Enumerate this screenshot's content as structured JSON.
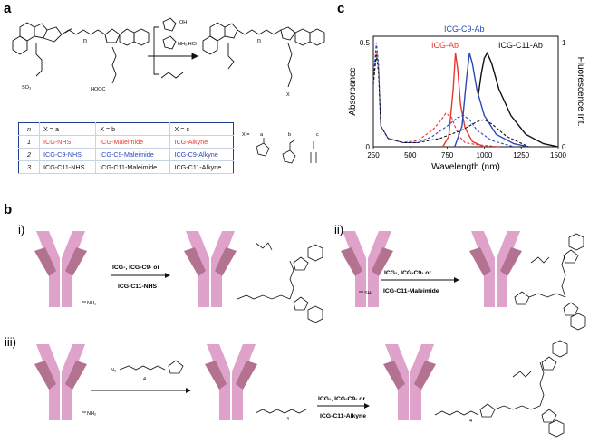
{
  "panels": {
    "a": "a",
    "b": "b",
    "c": "c",
    "b_i": "i)",
    "b_ii": "ii)",
    "b_iii": "iii)"
  },
  "scheme_a": {
    "n_label": "n",
    "so3_left": "SO₃",
    "cooh": "HOOC",
    "x_label": "X",
    "reagent_1": "OH",
    "reagent_2": "NH₂.HCl",
    "x_equals": "X =",
    "x_letters": [
      "a",
      "b",
      "c"
    ]
  },
  "table": {
    "headers": [
      "n",
      "X = a",
      "X = b",
      "X = c"
    ],
    "rows": [
      {
        "n": "1",
        "a": "ICG-NHS",
        "b": "ICG-Maleimide",
        "c": "ICG-Alkyne",
        "color": "#e8382f"
      },
      {
        "n": "2",
        "a": "ICG-C9-NHS",
        "b": "ICG-C9-Maleimide",
        "c": "ICG-C9-Alkyne",
        "color": "#2b48b8"
      },
      {
        "n": "3",
        "a": "ICG-C11-NHS",
        "b": "ICG-C11-Maleimide",
        "c": "ICG-C11-Alkyne",
        "color": "#111111"
      }
    ]
  },
  "reactions": {
    "i_line1": "ICG-, ICG-C9- or",
    "i_line2": "ICG-C11-NHS",
    "ii_line1": "ICG-, ICG-C9- or",
    "ii_line2": "ICG-C11-Maleimide",
    "iii_line1": "ICG-, ICG-C9- or",
    "iii_line2": "ICG-C11-Alkyne",
    "nh2": "NH₂",
    "sh": "SH",
    "n3": "N₃",
    "four": "4"
  },
  "chart_data": {
    "type": "line",
    "xlabel": "Wavelength (nm)",
    "ylabel_left": "Absorbance",
    "ylabel_right": "Fluorescence Int.",
    "xlim": [
      250,
      1500
    ],
    "x_ticks": [
      250,
      500,
      750,
      1000,
      1250,
      1500
    ],
    "y_left_ticks": [
      "0",
      "0.5"
    ],
    "y_right_ticks": [
      "0",
      "1"
    ],
    "labels": [
      {
        "text": "ICG-Ab",
        "color": "#e8382f"
      },
      {
        "text": "ICG-C9-Ab",
        "color": "#2b48b8"
      },
      {
        "text": "ICG-C11-Ab",
        "color": "#111111"
      }
    ],
    "series": [
      {
        "name": "ICG-Ab",
        "kind": "absorbance",
        "color": "#e8382f",
        "x": [
          250,
          270,
          285,
          300,
          350,
          450,
          550,
          650,
          700,
          740,
          780,
          800,
          830,
          870,
          950,
          1100
        ],
        "y": [
          0.3,
          0.46,
          0.38,
          0.1,
          0.04,
          0.02,
          0.03,
          0.08,
          0.12,
          0.16,
          0.14,
          0.1,
          0.05,
          0.02,
          0.01,
          0.0
        ]
      },
      {
        "name": "ICG-Ab",
        "kind": "fluorescence",
        "color": "#e8382f",
        "x": [
          720,
          760,
          790,
          805,
          820,
          840,
          870,
          920,
          1000
        ],
        "y": [
          0.0,
          0.1,
          0.55,
          0.9,
          0.75,
          0.4,
          0.18,
          0.05,
          0.0
        ]
      },
      {
        "name": "ICG-C9-Ab",
        "kind": "absorbance",
        "color": "#2b48b8",
        "x": [
          250,
          270,
          285,
          300,
          350,
          450,
          550,
          650,
          750,
          820,
          860,
          900,
          950,
          1050,
          1200
        ],
        "y": [
          0.32,
          0.5,
          0.4,
          0.1,
          0.04,
          0.02,
          0.02,
          0.05,
          0.1,
          0.14,
          0.15,
          0.13,
          0.08,
          0.03,
          0.0
        ]
      },
      {
        "name": "ICG-C9-Ab",
        "kind": "fluorescence",
        "color": "#2b48b8",
        "x": [
          800,
          850,
          880,
          900,
          920,
          950,
          1000,
          1080,
          1200,
          1300
        ],
        "y": [
          0.0,
          0.2,
          0.65,
          0.9,
          0.8,
          0.55,
          0.3,
          0.12,
          0.03,
          0.0
        ]
      },
      {
        "name": "ICG-C11-Ab",
        "kind": "absorbance",
        "color": "#111111",
        "x": [
          250,
          270,
          285,
          300,
          350,
          450,
          550,
          700,
          850,
          950,
          1000,
          1050,
          1150,
          1300
        ],
        "y": [
          0.3,
          0.44,
          0.36,
          0.1,
          0.04,
          0.02,
          0.02,
          0.04,
          0.08,
          0.12,
          0.13,
          0.11,
          0.05,
          0.0
        ]
      },
      {
        "name": "ICG-C11-Ab",
        "kind": "fluorescence",
        "color": "#111111",
        "x": [
          960,
          980,
          1000,
          1020,
          1050,
          1100,
          1180,
          1280,
          1400,
          1500
        ],
        "y": [
          0.5,
          0.7,
          0.85,
          0.9,
          0.8,
          0.55,
          0.3,
          0.12,
          0.03,
          0.0
        ]
      }
    ]
  },
  "colors": {
    "antibody": "#dfa3cb",
    "antibody_arm": "#b37290",
    "table_border": "#1f3f8a"
  }
}
